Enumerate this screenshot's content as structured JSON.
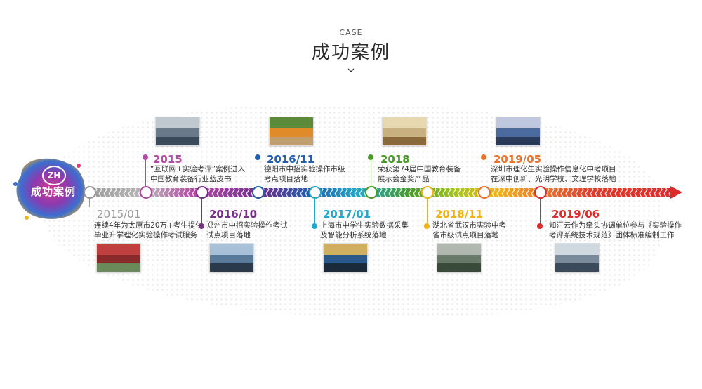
{
  "header": {
    "subtitle": "CASE",
    "title": "成功案例"
  },
  "badge": {
    "label": "成功案例",
    "logo_text": "ZH"
  },
  "colors": {
    "gray": "#9a9a9a",
    "purple": "#8e3a8e",
    "blue": "#1f65b2",
    "cyan": "#22a7c9",
    "green": "#5aa73a",
    "yellow": "#f2b316",
    "orange": "#e8742c",
    "red": "#dc2c2c"
  },
  "events": [
    {
      "id": "e2015-01",
      "year": "2015/01",
      "lines": [
        "连续4年为太原市20万+考生提供",
        "毕业升学理化实验操作考试服务"
      ],
      "color": "#9a9a9a",
      "icon": "school-gate-photo"
    },
    {
      "id": "e2015",
      "year": "2015",
      "lines": [
        "“互联网+实验考评”案例进入",
        "中国教育装备行业蓝皮书"
      ],
      "color": "#b54aa6",
      "icon": "classroom-photo"
    },
    {
      "id": "e2016-10",
      "year": "2016/10",
      "lines": [
        "郑州市中招实验操作考试",
        "试点项目落地"
      ],
      "color": "#7a2f8a",
      "icon": "lab-photo"
    },
    {
      "id": "e2016-11",
      "year": "2016/11",
      "lines": [
        "德阳市中招实验操作市级",
        "考点项目落地"
      ],
      "color": "#1f5fae",
      "icon": "students-photo"
    },
    {
      "id": "e2017-01",
      "year": "2017/01",
      "lines": [
        "上海市中学生实验数据采集",
        "及智能分析系统落地"
      ],
      "color": "#22a7c9",
      "icon": "exhibit-photo"
    },
    {
      "id": "e2018",
      "year": "2018",
      "lines": [
        "荣获第74届中国教育装备",
        "展示会金奖产品"
      ],
      "color": "#4a9a2a",
      "icon": "award-photo"
    },
    {
      "id": "e2018-11",
      "year": "2018/11",
      "lines": [
        "湖北省武汉市实验中考",
        "省市级试点项目落地"
      ],
      "color": "#f2b316",
      "icon": "exam-room-photo"
    },
    {
      "id": "e2019-05",
      "year": "2019/05",
      "lines": [
        "深圳市理化生实验操作信息化中考项目",
        "在深中创新、光明学校、文理学校落地"
      ],
      "color": "#e8742c",
      "icon": "meeting-photo"
    },
    {
      "id": "e2019-06",
      "year": "2019/06",
      "lines": [
        "知汇云作为牵头协调单位参与《实验操作",
        "考评系统技术规范》团体标准编制工作"
      ],
      "color": "#dc2c2c",
      "icon": "conference-photo"
    }
  ]
}
